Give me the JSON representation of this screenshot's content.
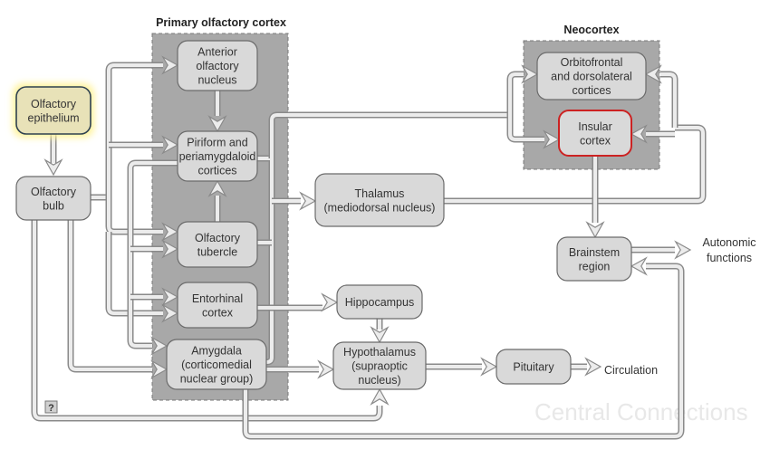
{
  "diagram": {
    "title": "Central olfactory connections",
    "regions": {
      "primary": "Primary olfactory cortex",
      "neocortex": "Neocortex"
    },
    "nodes": {
      "epithelium": [
        "Olfactory",
        "epithelium"
      ],
      "bulb": [
        "Olfactory",
        "bulb"
      ],
      "anterior": [
        "Anterior",
        "olfactory",
        "nucleus"
      ],
      "piriform": [
        "Piriform and",
        "periamygdaloid",
        "cortices"
      ],
      "tubercle": [
        "Olfactory",
        "tubercle"
      ],
      "entorhinal": [
        "Entorhinal",
        "cortex"
      ],
      "amygdala": [
        "Amygdala",
        "(corticomedial",
        "nuclear group)"
      ],
      "thalamus": [
        "Thalamus",
        "(mediodorsal nucleus)"
      ],
      "orbitofrontal": [
        "Orbitofrontal",
        "and dorsolateral",
        "cortices"
      ],
      "insular": [
        "Insular",
        "cortex"
      ],
      "brainstem": [
        "Brainstem",
        "region"
      ],
      "hippocampus": [
        "Hippocampus"
      ],
      "hypothalamus": [
        "Hypothalamus",
        "(supraoptic",
        "nucleus)"
      ],
      "pituitary": [
        "Pituitary"
      ]
    },
    "outputs": {
      "autonomic": [
        "Autonomic",
        "functions"
      ],
      "circulation": "Circulation"
    },
    "help_badge": "?",
    "colors": {
      "node_fill": "#d9d9d9",
      "node_stroke": "#6b6b6b",
      "region_fill": "#a8a8a8",
      "highlight_glow": "#fff39a",
      "highlight_stroke": "#2e4150",
      "selected_stroke": "#cc2222",
      "arrow_fill": "#ececec",
      "arrow_stroke": "#8a8a8a"
    },
    "highlighted_node": "epithelium",
    "selected_node": "insular",
    "connections": [
      [
        "epithelium",
        "bulb"
      ],
      [
        "bulb",
        "anterior"
      ],
      [
        "bulb",
        "piriform"
      ],
      [
        "bulb",
        "tubercle"
      ],
      [
        "bulb",
        "entorhinal"
      ],
      [
        "bulb",
        "amygdala"
      ],
      [
        "bulb",
        "hypothalamus"
      ],
      [
        "anterior",
        "piriform"
      ],
      [
        "tubercle",
        "piriform"
      ],
      [
        "piriform",
        "thalamus"
      ],
      [
        "piriform",
        "orbitofrontal"
      ],
      [
        "piriform",
        "insular"
      ],
      [
        "thalamus",
        "orbitofrontal"
      ],
      [
        "thalamus",
        "insular"
      ],
      [
        "entorhinal",
        "hippocampus"
      ],
      [
        "hippocampus",
        "hypothalamus"
      ],
      [
        "amygdala",
        "hypothalamus"
      ],
      [
        "amygdala",
        "brainstem"
      ],
      [
        "insular",
        "brainstem"
      ],
      [
        "brainstem",
        "autonomic"
      ],
      [
        "hypothalamus",
        "pituitary"
      ],
      [
        "pituitary",
        "circulation"
      ]
    ]
  },
  "background_text": {
    "heading": "Central Connections"
  }
}
